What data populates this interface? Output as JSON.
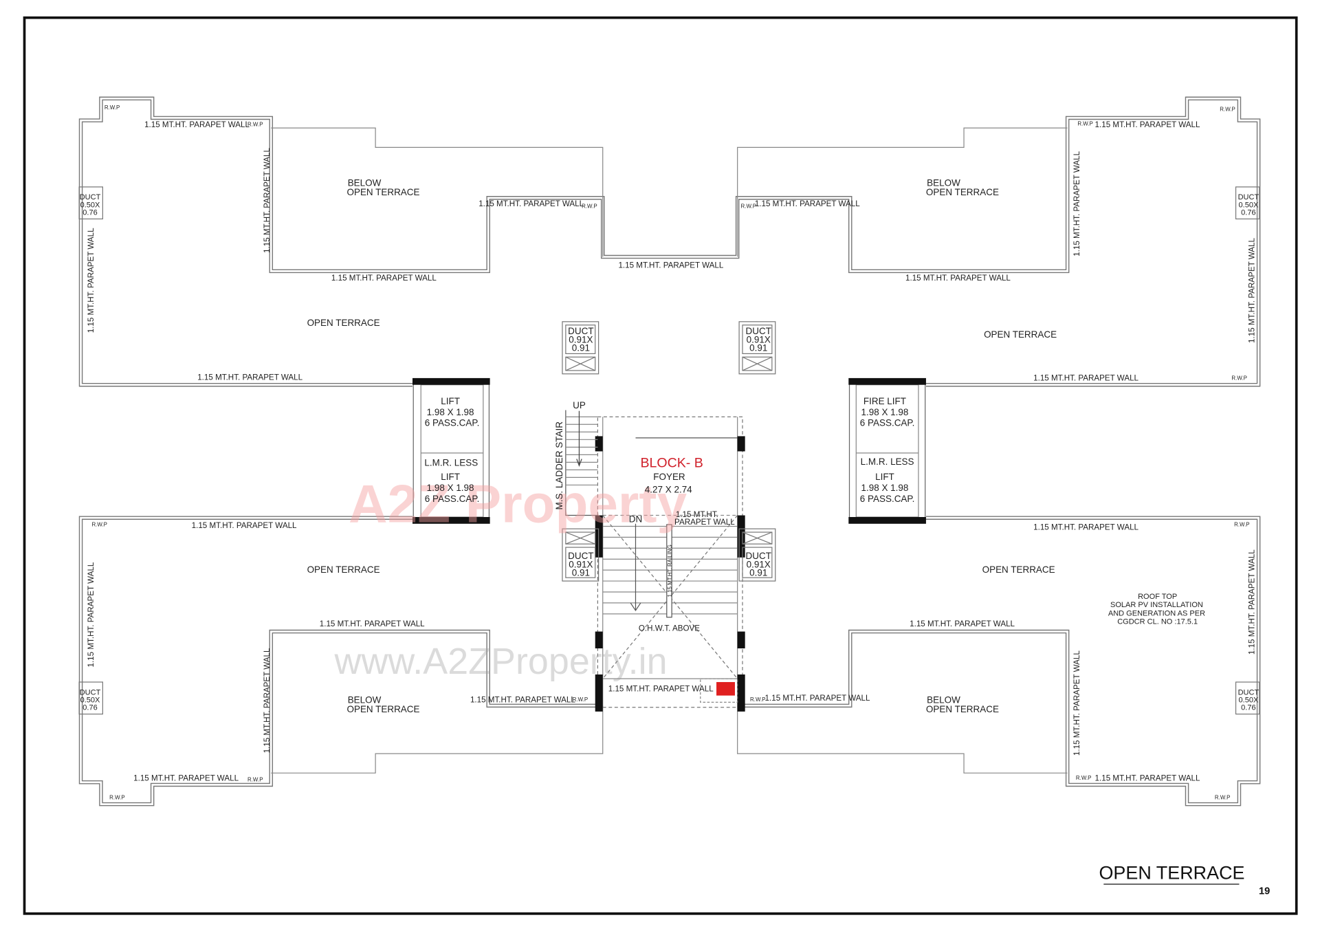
{
  "drawing": {
    "title": "OPEN TERRACE",
    "page_number": "19",
    "block_name": "BLOCK- B",
    "accent_color": "#d0202a",
    "watermark_logo": "A2Z Property",
    "watermark_url": "www.A2ZProperty.in"
  },
  "labels": {
    "parapet": "1.15 MT.HT. PARAPET WALL",
    "rwp": "R.W.P",
    "open_terrace": "OPEN TERRACE",
    "below": "BELOW",
    "below_open_terrace": "OPEN TERRACE",
    "duct": "DUCT",
    "small_duct_w": "0.50X",
    "small_duct_h": "0.76",
    "big_duct_w": "0.91X",
    "big_duct_h": "0.91",
    "lift": "LIFT",
    "fire_lift": "FIRE LIFT",
    "lift_size": "1.98 X 1.98",
    "lift_cap": "6 PASS.CAP.",
    "lmr_less": "L.M.R. LESS",
    "foyer": "FOYER",
    "foyer_size": "4.27 X 2.74",
    "dn": "DN",
    "up": "UP",
    "ladder_stair": "M.S. LADDER STAIR",
    "railing": "1.15 MT.HT. RAILING",
    "ohwt": "O.H.W.T. ABOVE",
    "parapet_line1": "1.15 MT.HT.",
    "parapet_line2": "PARAPET WALL",
    "solar": [
      "ROOF TOP",
      "SOLAR PV INSTALLATION",
      "AND GENERATION AS PER",
      "CGDCR CL. NO :17.5.1"
    ]
  }
}
